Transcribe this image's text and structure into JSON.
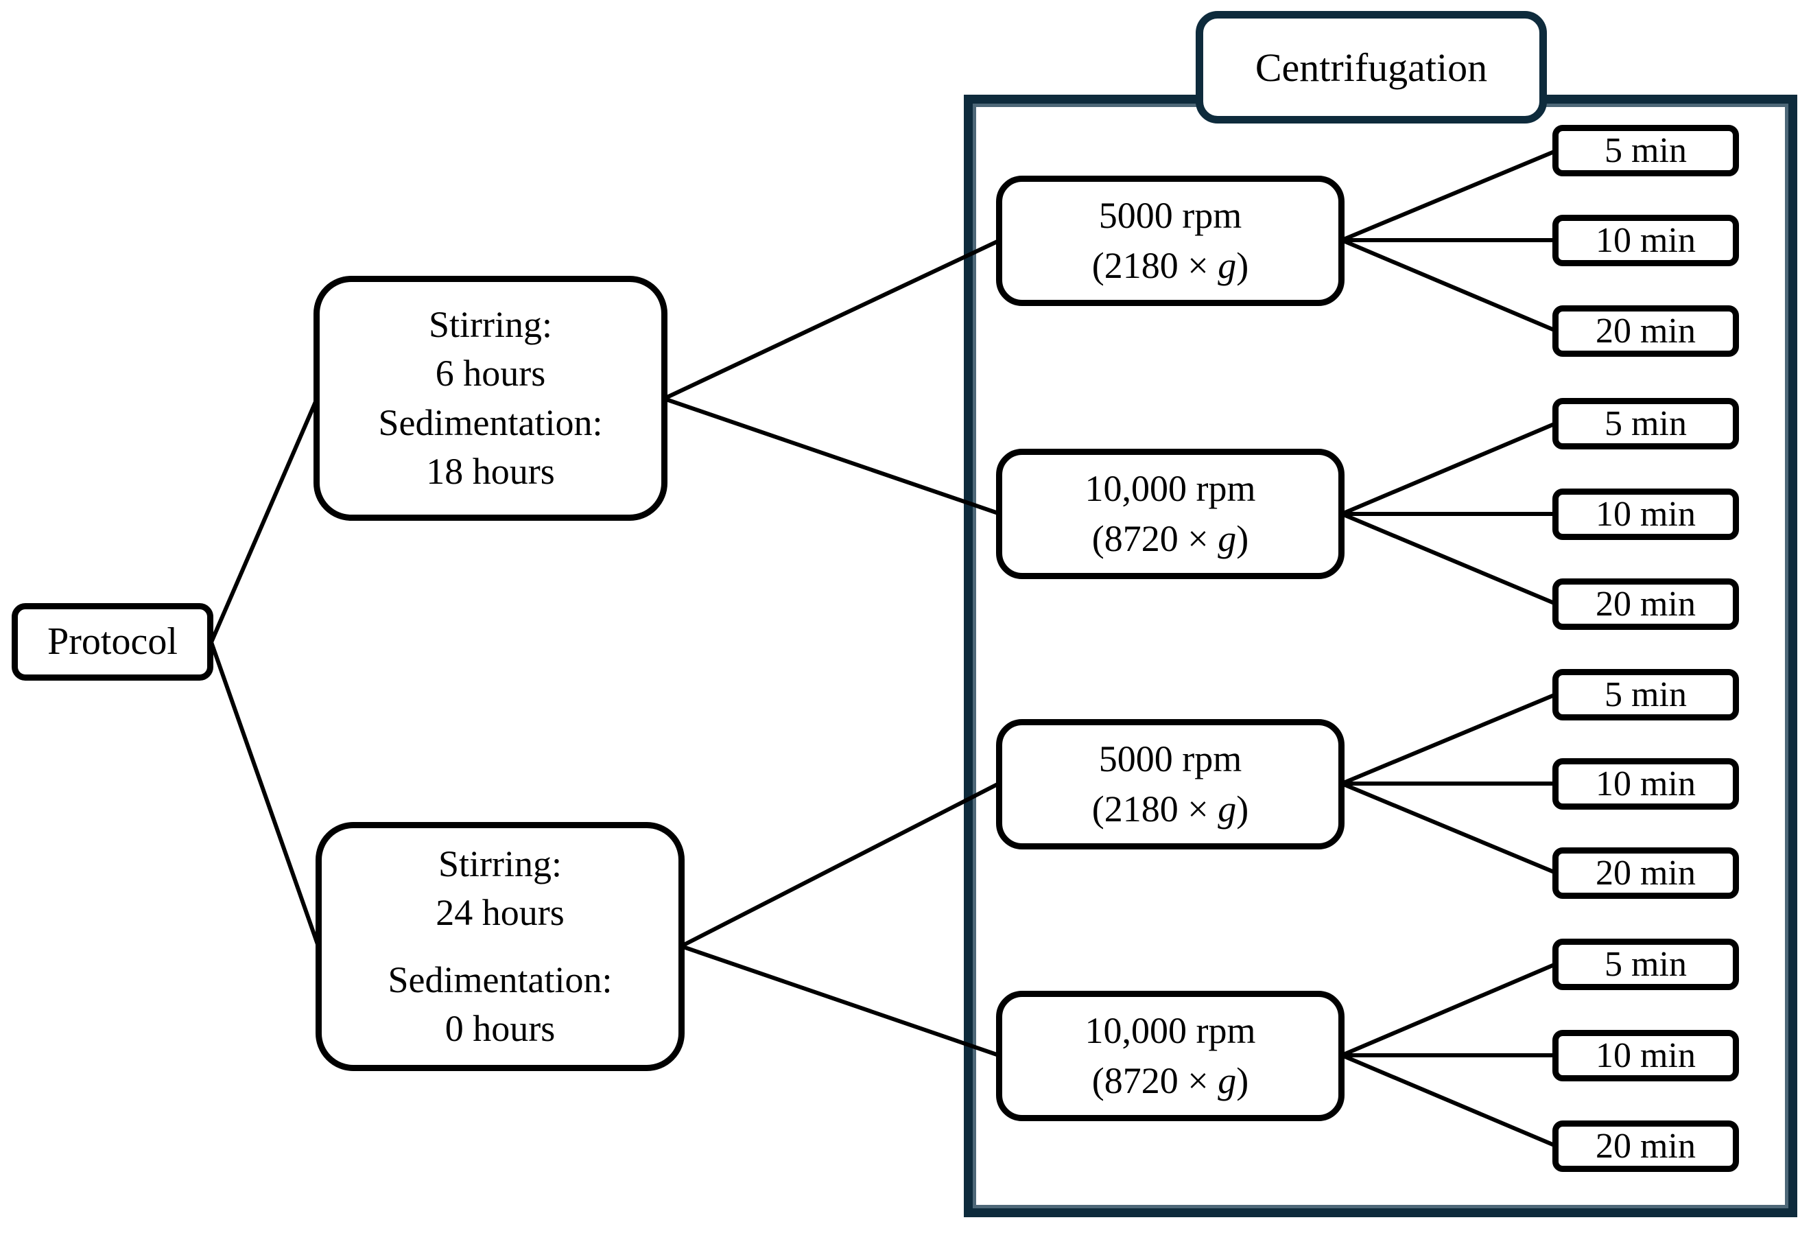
{
  "root": {
    "label": "Protocol"
  },
  "branches": [
    {
      "line1": "Stirring:",
      "line2": "6 hours",
      "line3": "Sedimentation:",
      "line4": "18 hours"
    },
    {
      "line1": "Stirring:",
      "line2": "24 hours",
      "line3": "Sedimentation:",
      "line4": "0 hours"
    }
  ],
  "centrifugation": {
    "title": "Centrifugation"
  },
  "speeds": [
    {
      "rpm": "5000 rpm",
      "force_pre": "(2180 × ",
      "force_g": "g",
      "force_post": ")",
      "times": [
        "5 min",
        "10 min",
        "20 min"
      ]
    },
    {
      "rpm": "10,000 rpm",
      "force_pre": "(8720 × ",
      "force_g": "g",
      "force_post": ")",
      "times": [
        "5 min",
        "10 min",
        "20 min"
      ]
    },
    {
      "rpm": "5000 rpm",
      "force_pre": "(2180 × ",
      "force_g": "g",
      "force_post": ")",
      "times": [
        "5 min",
        "10 min",
        "20 min"
      ]
    },
    {
      "rpm": "10,000 rpm",
      "force_pre": "(8720 × ",
      "force_g": "g",
      "force_post": ")",
      "times": [
        "5 min",
        "10 min",
        "20 min"
      ]
    }
  ],
  "colors": {
    "container_border": "#0e2b3c",
    "container_inner_line": "#4e6878",
    "node_border": "#000000",
    "connector_line": "#000000",
    "background": "#ffffff",
    "text": "#000000"
  }
}
